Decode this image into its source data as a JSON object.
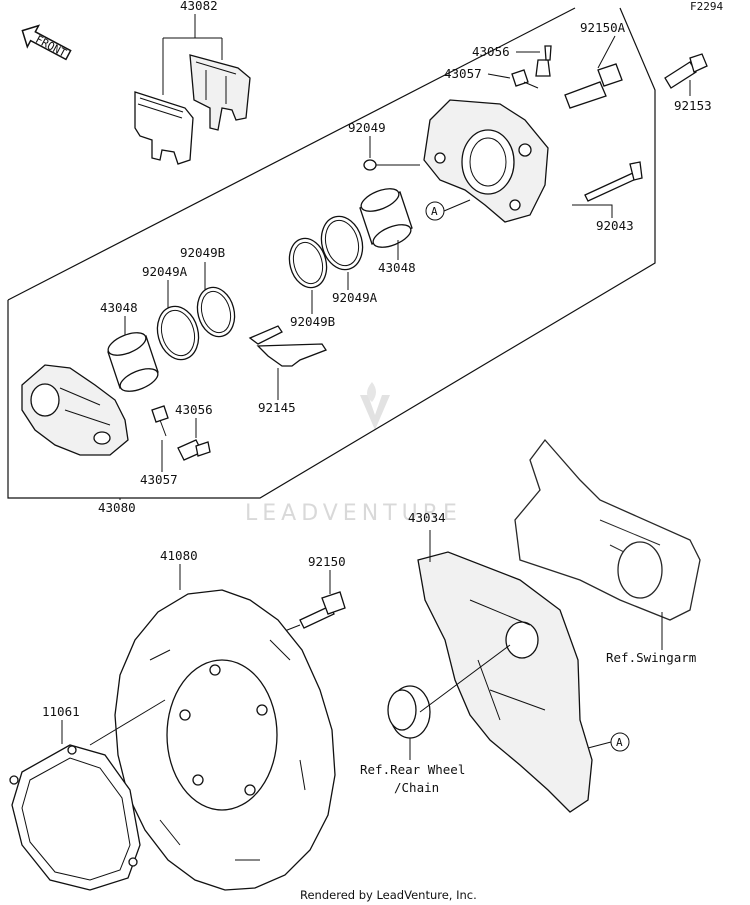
{
  "diagram_code": "F2294",
  "front_arrow_label": "FRONT",
  "watermark": "LEADVENTURE",
  "footer": "Rendered by LeadVenture, Inc.",
  "callouts": {
    "ref_a": "A",
    "ref_a2": "A"
  },
  "labels": {
    "p43082": "43082",
    "p43056_top": "43056",
    "p92150A": "92150A",
    "p43057_top": "43057",
    "p92153": "92153",
    "p92049": "92049",
    "p92043": "92043",
    "p43048_right": "43048",
    "p92049B_top": "92049B",
    "p92049A_left": "92049A",
    "p43048_left": "43048",
    "p92049A_mid": "92049A",
    "p92049B_mid": "92049B",
    "p92145": "92145",
    "p43056_low": "43056",
    "p43057_low": "43057",
    "p43080": "43080",
    "p43034": "43034",
    "p41080": "41080",
    "p92150": "92150",
    "p11061": "11061",
    "ref_swingarm": "Ref.Swingarm",
    "ref_rear_wheel_1": "Ref.Rear Wheel",
    "ref_rear_wheel_2": "/Chain"
  }
}
